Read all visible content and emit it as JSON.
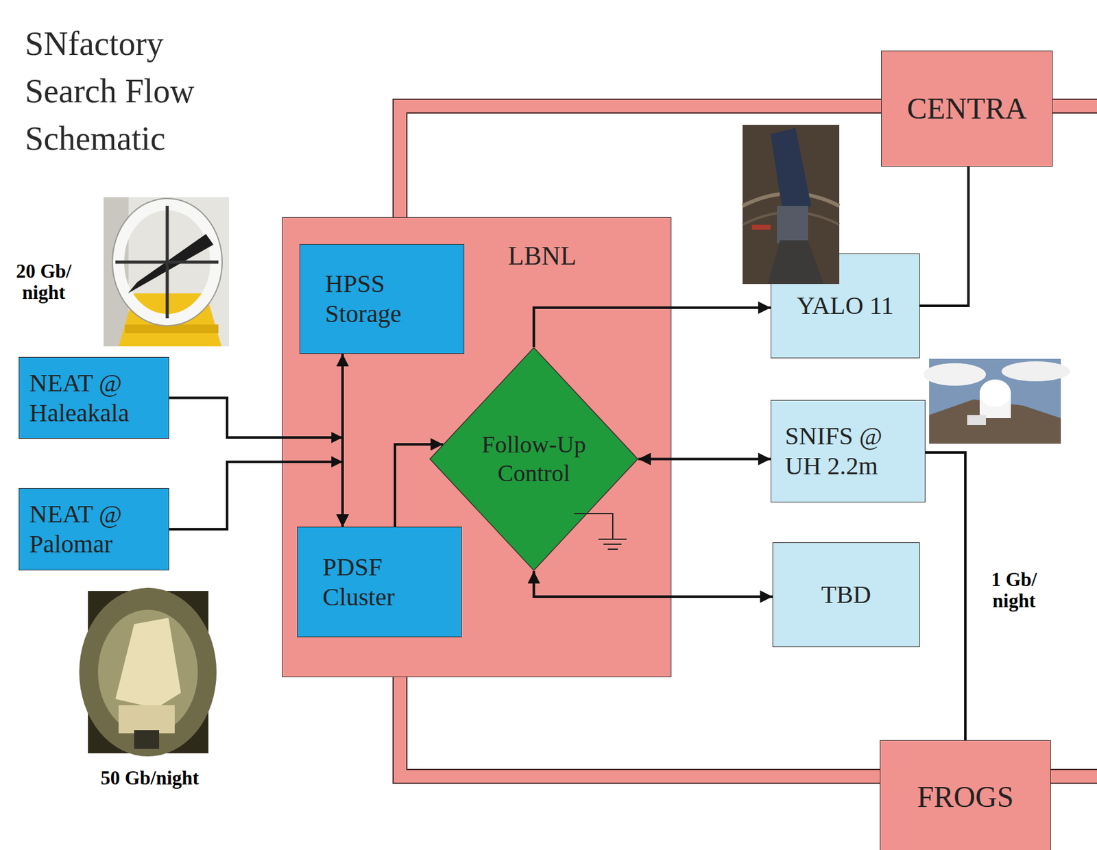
{
  "diagram": {
    "title": "SNfactory Search Flow Schematic",
    "nodes": [
      {
        "text": [
          "LBNL"
        ]
      },
      {
        "text": [
          "HPSS Storage"
        ],
        "in": 0
      },
      {
        "text": [
          "Follow-Up Control"
        ],
        "in": 0
      },
      {
        "text": [
          "PDSF Cluster"
        ],
        "in": 0
      },
      {
        "text": [
          "CENTRA"
        ]
      },
      {
        "text": [
          "YALO 11"
        ]
      },
      {
        "text": [
          "NEAT @ Haleakala"
        ]
      },
      {
        "text": [
          "SNIFS @ UH 2.2m"
        ]
      },
      {
        "text": [
          "NEAT @ Palomar"
        ]
      },
      {
        "text": [
          "TBD"
        ]
      },
      {
        "text": [
          "FROGS"
        ]
      }
    ],
    "edges": [
      {
        "from": 6,
        "to": 3,
        "arrow": "to"
      },
      {
        "from": 8,
        "to": 3,
        "arrow": "to"
      },
      {
        "from": 1,
        "to": 3,
        "arrow": "both"
      },
      {
        "from": 3,
        "to": 2,
        "arrow": "to"
      },
      {
        "from": 2,
        "to": 5,
        "arrow": "to"
      },
      {
        "from": 2,
        "to": 7,
        "arrow": "both"
      },
      {
        "from": 2,
        "to": 9,
        "arrow": "both"
      },
      {
        "from": 0,
        "to": 4,
        "arrow": "none"
      },
      {
        "from": 0,
        "to": 10,
        "arrow": "none"
      },
      {
        "from": 5,
        "to": 4,
        "arrow": "none"
      },
      {
        "from": 7,
        "to": 10,
        "label": "1 Gb/ night",
        "arrow": "none"
      }
    ],
    "labels": [
      "20 Gb/ night",
      "50 Gb/night"
    ]
  }
}
